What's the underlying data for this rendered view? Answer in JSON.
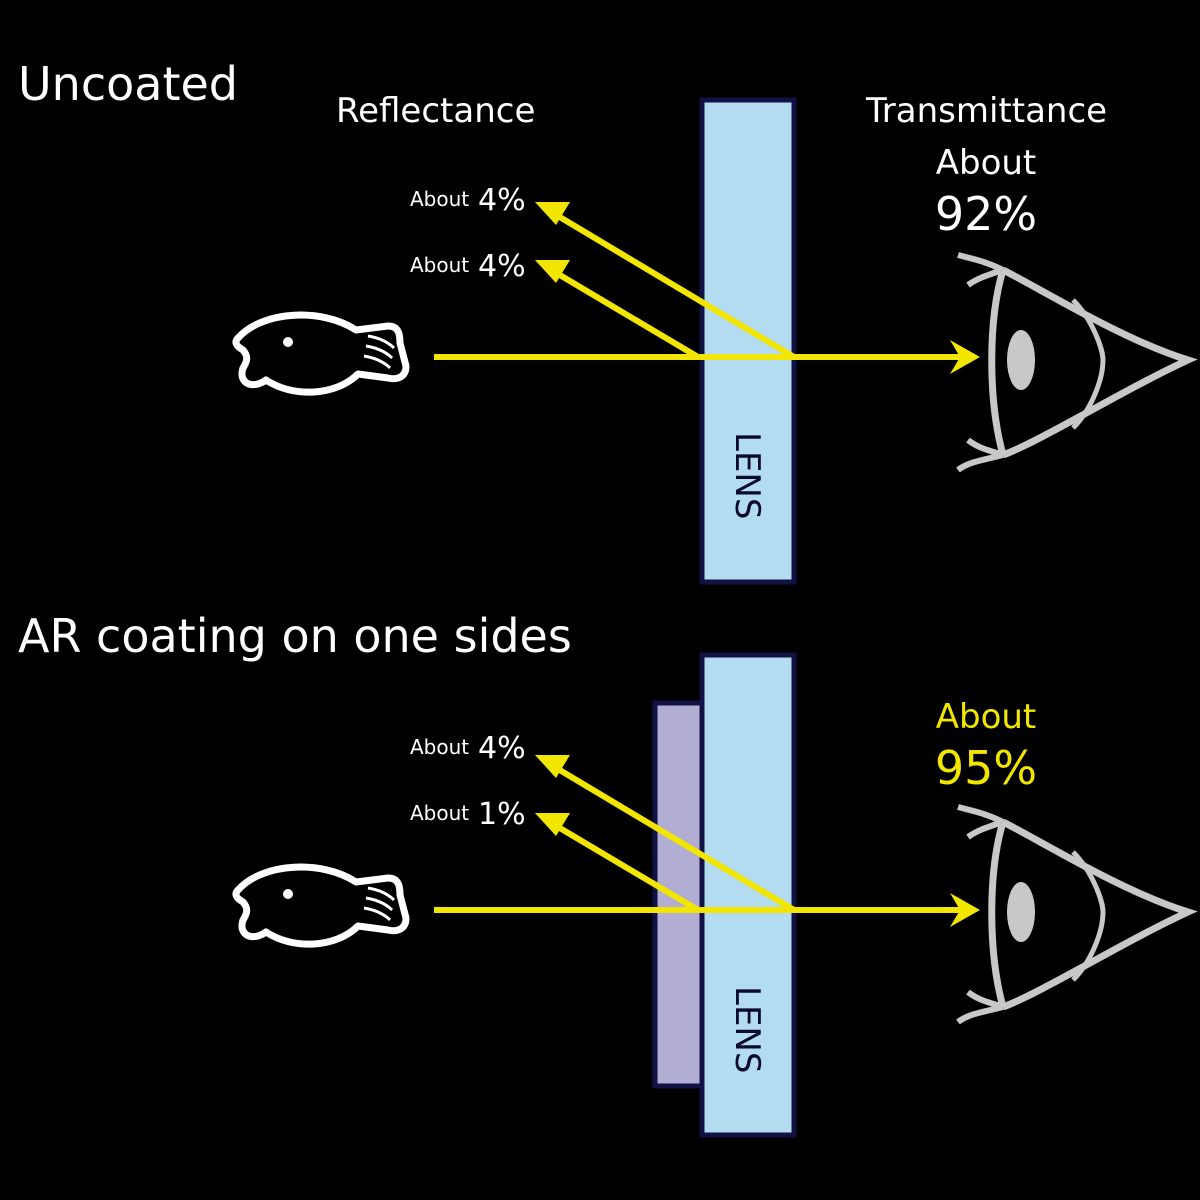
{
  "colors": {
    "background": "#000000",
    "lens_fill": "#b3dcf1",
    "lens_border": "#111144",
    "coating_fill": "#b1add3",
    "ray": "#f2e600",
    "highlight_text": "#f2e600",
    "eye": "#c8c8c8"
  },
  "uncoated": {
    "title": "Uncoated",
    "reflectance_label": "Reflectance",
    "transmittance_label": "Transmittance",
    "reflect_1": {
      "prefix": "About",
      "value": "4%"
    },
    "reflect_2": {
      "prefix": "About",
      "value": "4%"
    },
    "transmit": {
      "prefix": "About",
      "value": "92%"
    },
    "lens_label": "LENS",
    "icons": [
      "fish-icon",
      "eye-icon",
      "arrow-icon"
    ]
  },
  "coated": {
    "title": "AR coating on one sides",
    "reflect_1": {
      "prefix": "About",
      "value": "4%"
    },
    "reflect_2": {
      "prefix": "About",
      "value": "1%"
    },
    "transmit": {
      "prefix": "About",
      "value": "95%"
    },
    "lens_label": "LENS",
    "icons": [
      "fish-icon",
      "eye-icon",
      "arrow-icon"
    ]
  }
}
